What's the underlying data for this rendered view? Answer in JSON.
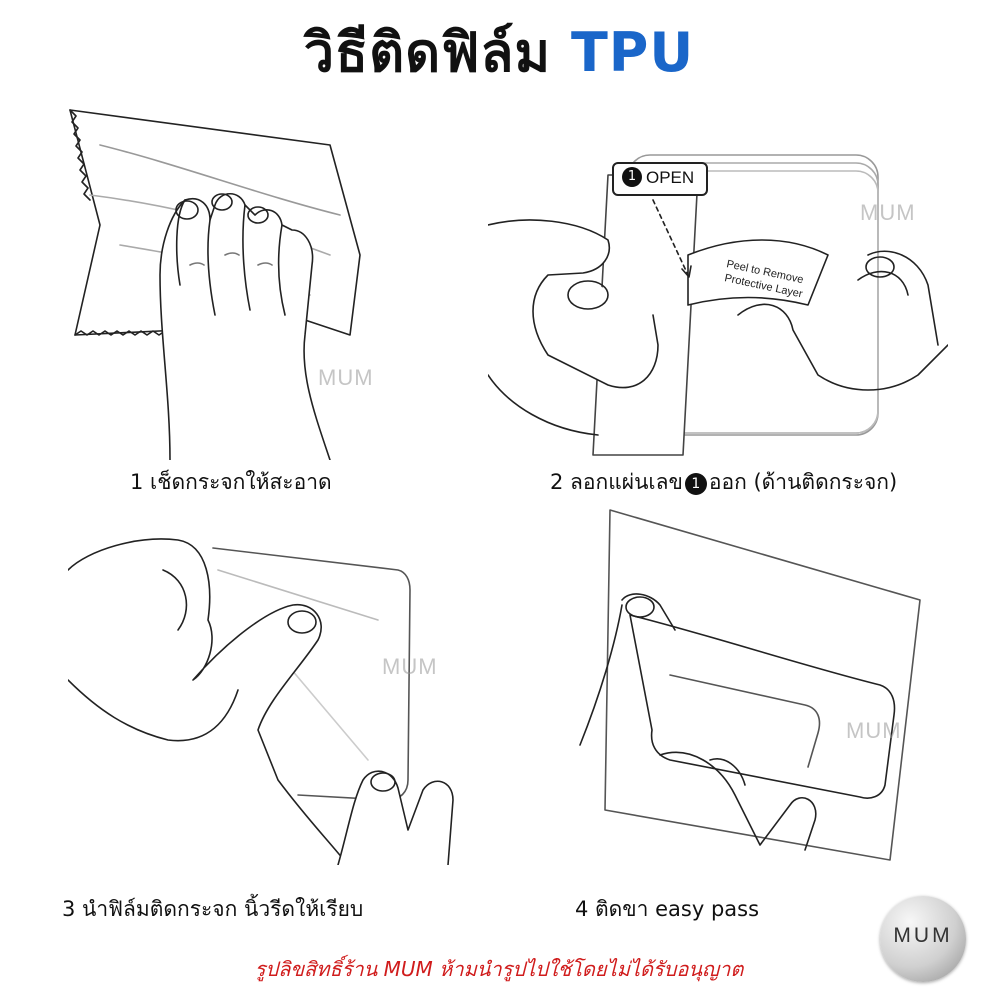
{
  "title": {
    "thai": "วิธีติดฟิล์ม",
    "accent": "TPU"
  },
  "colors": {
    "accent": "#1a66c9",
    "footer": "#d01c1c"
  },
  "watermark": "MUM",
  "step1": {
    "caption": "1 เช็ดกระจกให้สะอาด"
  },
  "step2": {
    "caption_prefix": "2 ลอกแผ่นเลข",
    "caption_num": "1",
    "caption_suffix": "ออก (ด้านติดกระจก)",
    "tab_num": "1",
    "tab_label": "OPEN",
    "film_line1": "Peel to Remove",
    "film_line2": "Protective Layer"
  },
  "step3": {
    "caption": "3 นำฟิล์มติดกระจก นิ้วรีดให้เรียบ"
  },
  "step4": {
    "caption": "4 ติดขา easy pass"
  },
  "footer": "รูปลิขสิทธิ์ร้าน MUM ห้ามนำรูปไปใช้โดยไม่ได้รับอนุญาต",
  "badge": "MUM"
}
